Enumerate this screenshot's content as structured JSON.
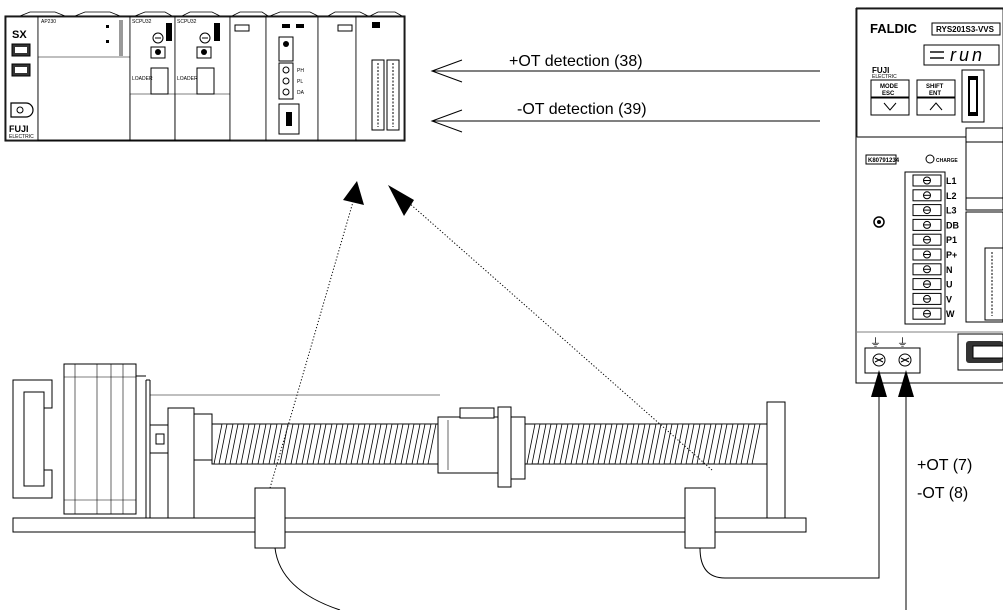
{
  "plc": {
    "brand": "SX",
    "maker": "FUJI",
    "maker_sub": "ELECTRIC",
    "power_model": "AP230",
    "cpu1_model": "SCPU32",
    "cpu2_model": "SCPU32",
    "loader_label": "LOADER",
    "io_labels": [
      "PH",
      "PL",
      "DA"
    ]
  },
  "signals": {
    "plus_ot_detection": "+OT detection (38)",
    "minus_ot_detection": "-OT detection (39)",
    "plus_ot_input": "+OT (7)",
    "minus_ot_input": "-OT (8)"
  },
  "servo": {
    "brand": "FALDIC",
    "model": "RYS201S3-VVS",
    "display": "run",
    "maker": "FUJI",
    "maker_sub": "ELECTRIC",
    "mode_label": "MODE",
    "esc_label": "ESC",
    "shift_label": "SHIFT",
    "ent_label": "ENT",
    "serial": "K80791234",
    "charge_label": "CHARGE",
    "terminals": [
      "L1",
      "L2",
      "L3",
      "DB",
      "P1",
      "P+",
      "N",
      "U",
      "V",
      "W"
    ]
  }
}
